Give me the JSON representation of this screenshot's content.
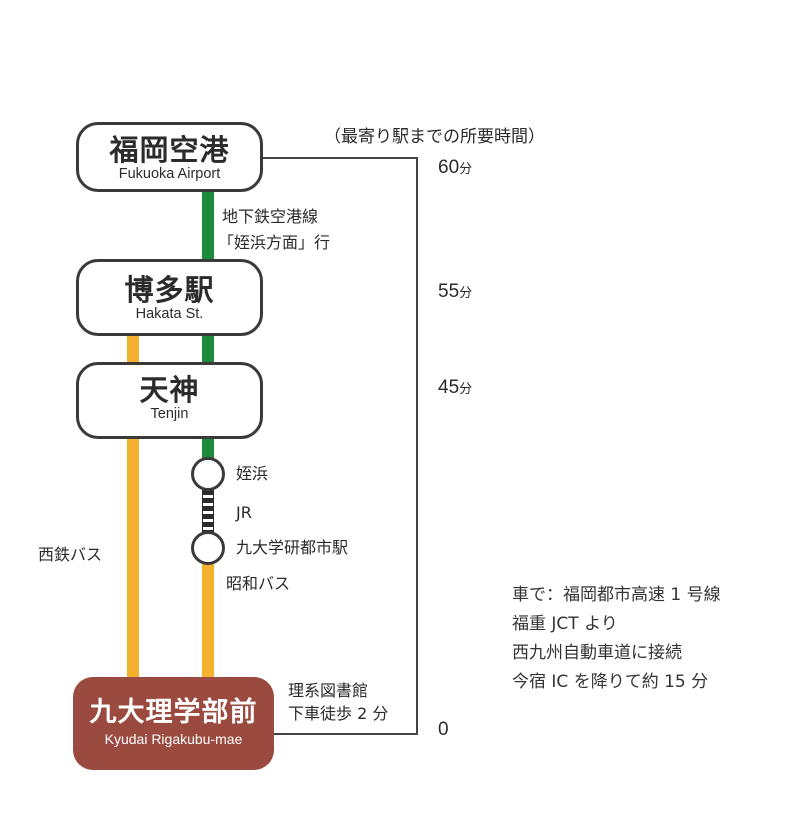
{
  "colors": {
    "subway": "#1e8a3c",
    "bus": "#f3b12d",
    "destination": "#9a4a3e",
    "outline": "#3a3a3a"
  },
  "time_header": "（最寄り駅までの所要時間）",
  "stations": {
    "airport": {
      "jp": "福岡空港",
      "en": "Fukuoka Airport",
      "minutes": "60",
      "unit": "分"
    },
    "hakata": {
      "jp": "博多駅",
      "en": "Hakata St.",
      "minutes": "55",
      "unit": "分"
    },
    "tenjin": {
      "jp": "天神",
      "en": "Tenjin",
      "minutes": "45",
      "unit": "分"
    },
    "meinohama": {
      "jp": "姪浜"
    },
    "kyudai_station": {
      "jp": "九大学研都市駅"
    },
    "destination": {
      "jp": "九大理学部前",
      "en": "Kyudai Rigakubu-mae",
      "minutes": "0"
    }
  },
  "lines": {
    "subway_line1": "地下鉄空港線",
    "subway_line2": "「姪浜方面」行",
    "jr": "JR",
    "showa_bus": "昭和バス",
    "nishitetsu_bus": "西鉄バス"
  },
  "walk": {
    "line1": "理系図書館",
    "line2": "下車徒歩 2 分"
  },
  "car_note": [
    "車で：福岡都市高速 1 号線",
    "福重 JCT より",
    "西九州自動車道に接続",
    "今宿 IC を降りて約 15 分"
  ]
}
